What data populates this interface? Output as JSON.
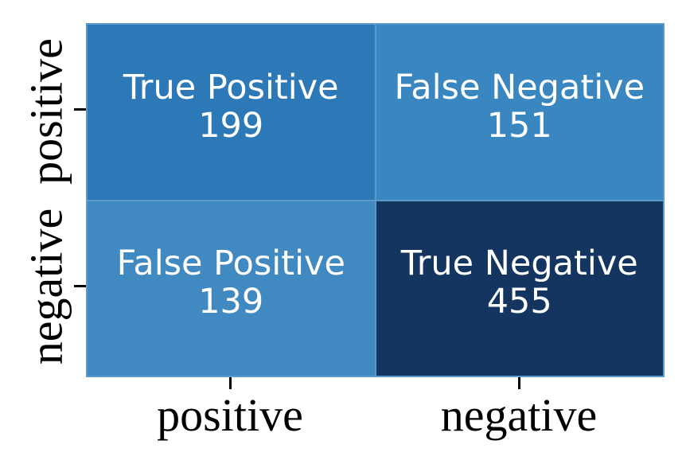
{
  "chart_data": {
    "type": "heatmap",
    "subtype": "confusion-matrix",
    "title": "",
    "xlabel": "",
    "ylabel": "",
    "x_categories": [
      "positive",
      "negative"
    ],
    "y_categories": [
      "positive",
      "negative"
    ],
    "colormap": "Blues",
    "grid_on": false,
    "legend": "none",
    "cells": [
      {
        "row": "positive",
        "col": "positive",
        "label": "True Positive",
        "value": 199,
        "color": "#2d79b7"
      },
      {
        "row": "positive",
        "col": "negative",
        "label": "False Negative",
        "value": 151,
        "color": "#3a86c0"
      },
      {
        "row": "negative",
        "col": "positive",
        "label": "False Positive",
        "value": 139,
        "color": "#4189c1"
      },
      {
        "row": "negative",
        "col": "negative",
        "label": "True Negative",
        "value": 455,
        "color": "#13355f"
      }
    ],
    "colors": {
      "cell_text": "#ffffff",
      "grid_line": "#5b9bc9",
      "axis_text": "#000000",
      "tick_mark": "#000000",
      "background": "#ffffff"
    }
  }
}
